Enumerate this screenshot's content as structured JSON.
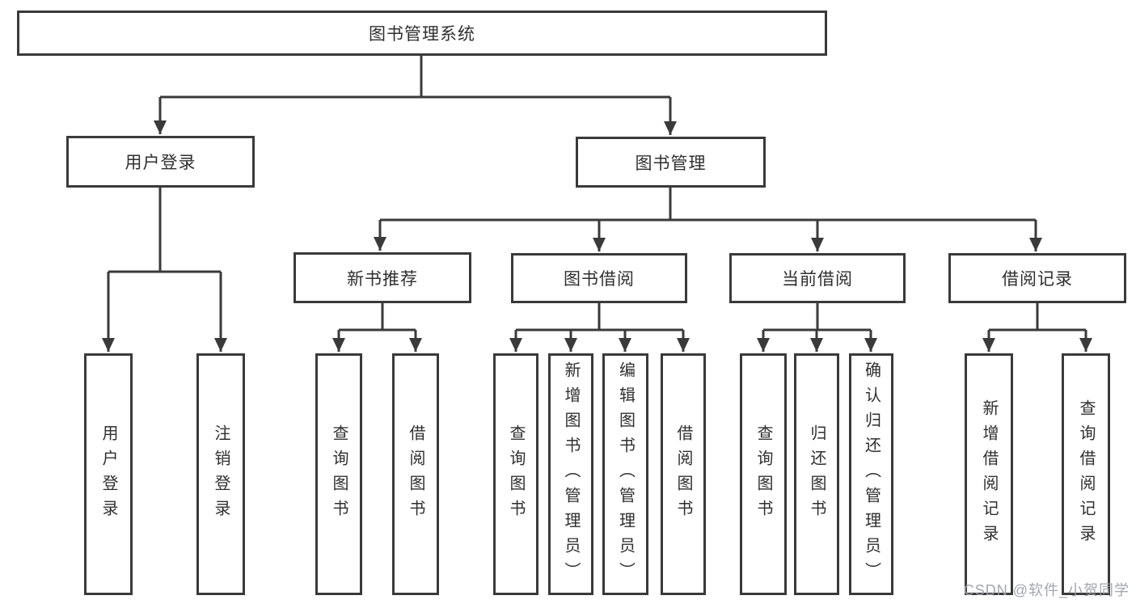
{
  "tree": {
    "root": "图书管理系统",
    "branches": [
      {
        "label": "用户登录",
        "children": [
          "用户登录",
          "注销登录"
        ]
      },
      {
        "label": "图书管理",
        "groups": [
          {
            "label": "新书推荐",
            "children": [
              "查询图书",
              "借阅图书"
            ]
          },
          {
            "label": "图书借阅",
            "children": [
              "查询图书",
              "新增图书（管理员）",
              "编辑图书（管理员）",
              "借阅图书"
            ]
          },
          {
            "label": "当前借阅",
            "children": [
              "查询图书",
              "归还图书",
              "确认归还（管理员）"
            ]
          },
          {
            "label": "借阅记录",
            "children": [
              "新增借阅记录",
              "查询借阅记录"
            ]
          }
        ]
      }
    ]
  },
  "watermark": "CSDN @软件_小贺同学",
  "colors": {
    "line": "#3a3a3a",
    "text": "#2f2f2f",
    "watermark": "#9ea1ac",
    "background": "#ffffff"
  }
}
